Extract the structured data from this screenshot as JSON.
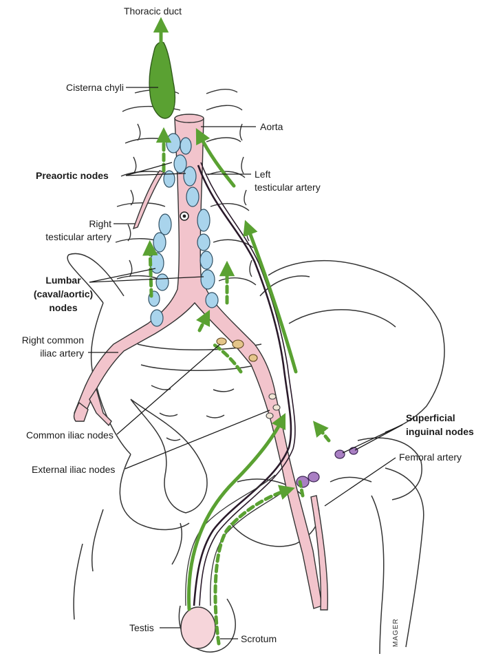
{
  "labels": {
    "thoracic_duct": "Thoracic duct",
    "cisterna_chyli": "Cisterna chyli",
    "aorta": "Aorta",
    "preaortic_nodes": "Preaortic nodes",
    "left_testicular_artery_1": "Left",
    "left_testicular_artery_2": "testicular artery",
    "right_testicular_artery_1": "Right",
    "right_testicular_artery_2": "testicular artery",
    "lumbar_1": "Lumbar",
    "lumbar_2": "(caval/aortic)",
    "lumbar_3": "nodes",
    "right_common_iliac_1": "Right common",
    "right_common_iliac_2": "iliac artery",
    "common_iliac_nodes": "Common iliac nodes",
    "external_iliac_nodes": "External iliac nodes",
    "superficial_inguinal_1": "Superficial",
    "superficial_inguinal_2": "inguinal nodes",
    "femoral_artery": "Femoral  artery",
    "testis": "Testis",
    "scrotum": "Scrotum",
    "signature": "MAGER"
  },
  "colors": {
    "lymph_green": "#5aa132",
    "artery_pink": "#f2c4cc",
    "node_blue": "#a9d4ec",
    "node_purple": "#a97fc3",
    "node_tan": "#e4c58a",
    "line": "#1a1a1a"
  }
}
